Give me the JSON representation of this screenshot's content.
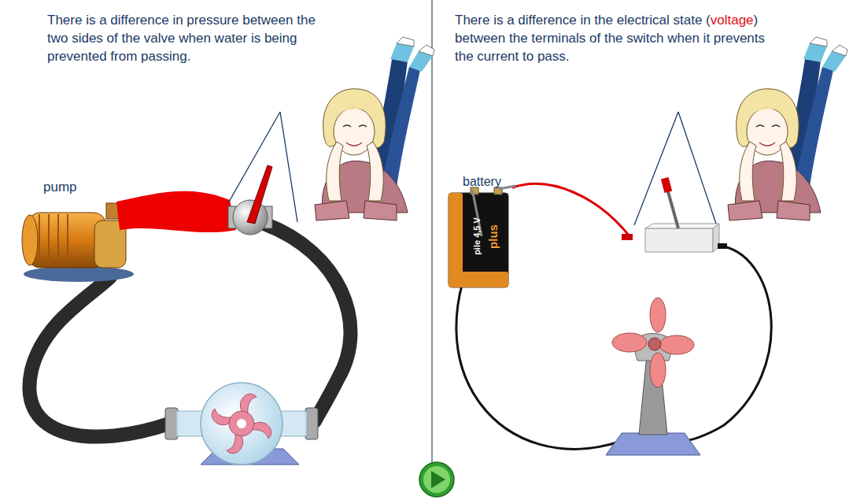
{
  "diagram": {
    "labels": [
      "There is a difference in pressure between the two sides of the valve when water is being prevented from passing.",
      "pump",
      "There is a difference in the electrical state (voltage) between the terminals of the switch when it prevents the current to pass.",
      "battery",
      "pile 4,5 V",
      "plus"
    ]
  }
}
